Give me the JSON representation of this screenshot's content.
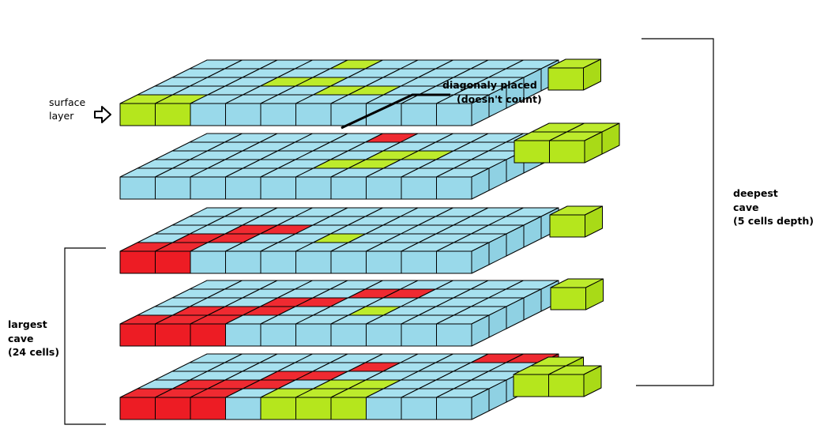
{
  "labels": {
    "surface": [
      "surface",
      "layer"
    ],
    "diagonal": [
      "diagonaly placed",
      "(doesn't count)"
    ],
    "deepest": [
      "deepest",
      "cave",
      "(5 cells depth)"
    ],
    "largest": [
      "largest",
      "cave",
      "(24 cells)"
    ]
  },
  "colors": {
    "blue": "#99d9ea",
    "green": "#b5e61d",
    "red": "#ed1c24",
    "stroke": "#000000"
  },
  "grid": {
    "cols": 10,
    "rows": 5,
    "legend": "rows are listed front (row 0) to back (row 4); columns left (0) to right (9)"
  },
  "layers": [
    {
      "name": "surface",
      "rows": [
        "GGBBBBBBBB",
        "BBBBBGGBBB",
        "BBBGGBBBBB",
        "BBBBBBBBBB",
        "BBBBGBBBBB"
      ]
    },
    {
      "name": "layer-2",
      "rows": [
        "BBBBBBBBBB",
        "BBBBBGGBBB",
        "BBBBBBGGBB",
        "BBBBBBBBBB",
        "BBBBBRBBBB"
      ]
    },
    {
      "name": "layer-3",
      "rows": [
        "RRBBBBBBBB",
        "BRRBBGBBBB",
        "BBRRBBBBBB",
        "BBBBBBBBBB",
        "BBBBBBBBBB"
      ]
    },
    {
      "name": "layer-4",
      "rows": [
        "RRRBBBBBBB",
        "BRRRBBGBBB",
        "BBBRRBBBBB",
        "BBBBBRRBBB",
        "BBBBBBBBBB"
      ]
    },
    {
      "name": "layer-5",
      "rows": [
        "RRRBGGGBBB",
        "BRRRBGGBBB",
        "BBBRRBBBBB",
        "BBBBBRBBBB",
        "BBBBBBBBRR"
      ]
    }
  ],
  "green_pieces": [
    {
      "name": "piece-1",
      "rows": [
        "G"
      ]
    },
    {
      "name": "piece-2",
      "rows": [
        "GG",
        "GG"
      ]
    },
    {
      "name": "piece-3",
      "rows": [
        "G"
      ]
    },
    {
      "name": "piece-4",
      "rows": [
        "G"
      ]
    },
    {
      "name": "piece-5",
      "rows": [
        "GG",
        "G."
      ]
    }
  ]
}
